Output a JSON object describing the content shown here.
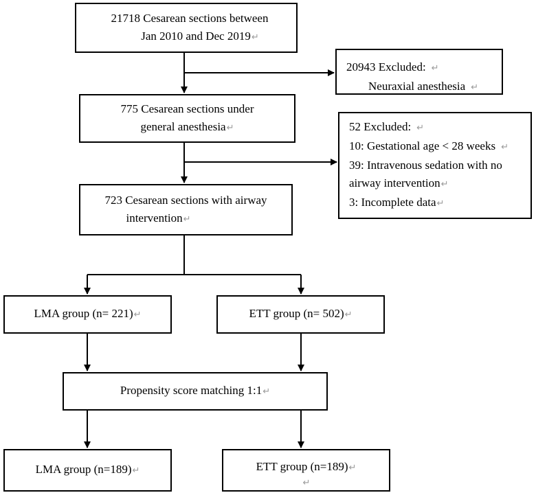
{
  "return_mark": "↵",
  "boxes": {
    "start": {
      "line1": "21718 Cesarean sections between",
      "line2": "Jan 2010 and Dec 2019"
    },
    "excl1": {
      "line1": "20943 Excluded:",
      "line2": "Neuraxial anesthesia"
    },
    "ga": {
      "line1": "775 Cesarean sections under",
      "line2": "general anesthesia"
    },
    "excl2": {
      "line1": "52 Excluded:",
      "line2": "10: Gestational age < 28 weeks",
      "line3": "39: Intravenous sedation with no",
      "line4": "airway intervention",
      "line5": "3: Incomplete data"
    },
    "airway": {
      "line1": "723 Cesarean sections with airway",
      "line2": "intervention"
    },
    "lma1": {
      "line1": "LMA group (n= 221)"
    },
    "ett1": {
      "line1": "ETT group (n= 502)"
    },
    "psm": {
      "line1": "Propensity score matching 1:1"
    },
    "lma2": {
      "line1": "LMA group (n=189)"
    },
    "ett2": {
      "line1": "ETT group (n=189)"
    }
  }
}
